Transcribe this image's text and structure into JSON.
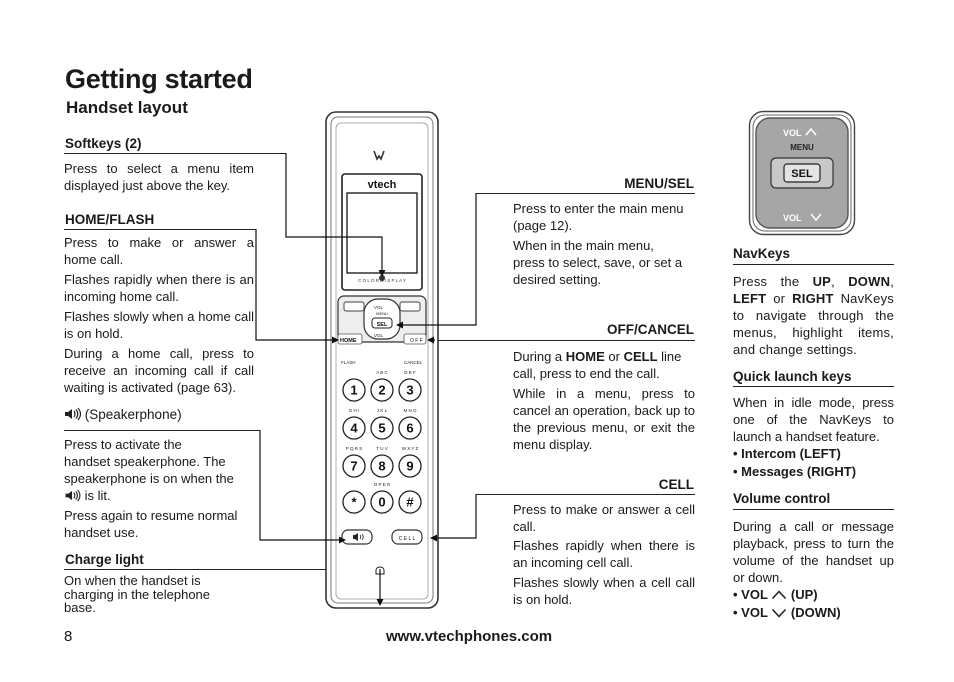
{
  "title": "Getting started",
  "subtitle": "Handset layout",
  "left": {
    "softkeys": {
      "heading": "Softkeys (2)",
      "p1": "Press to select a menu item displayed just above the key."
    },
    "home_flash": {
      "heading": "HOME/FLASH",
      "p1": "Press to make or answer a home call.",
      "p2": "Flashes rapidly when there is an incoming home call.",
      "p3": "Flashes slowly when a home call is on hold.",
      "p4": "During a home call, press to receive an incoming call if call waiting is activated (page 63)."
    },
    "speaker": {
      "heading": "(Speakerphone)",
      "p1a": "Press to activate the",
      "p1b": "handset speakerphone. The",
      "p1c": "speakerphone is on when the",
      "p1d": "is lit.",
      "p2": "Press again to resume normal handset use."
    },
    "charge": {
      "heading": "Charge light",
      "p1a": "On when the handset is",
      "p1b": "charging in the telephone",
      "p1c": "base."
    }
  },
  "middle": {
    "menu_sel": {
      "heading": "MENU/SEL",
      "p1a": "Press to enter the main menu",
      "p1b": "(page 12).",
      "p2a": "When in the main menu,",
      "p2b": "press to select, save, or set a",
      "p2c": "desired setting."
    },
    "off_cancel": {
      "heading": "OFF/CANCEL",
      "p1_pre": "During a",
      "p1_home": "HOME",
      "p1_or": "or",
      "p1_cell": "CELL",
      "p1_post": "line",
      "p1b": "call, press to end the call.",
      "p2": "While in a menu, press to cancel an operation, back up to the previous menu, or exit the menu display."
    },
    "cell": {
      "heading": "CELL",
      "p1": "Press to make or answer a cell call.",
      "p2": "Flashes rapidly when there is an incoming cell call.",
      "p3": "Flashes slowly when a cell call is on hold."
    }
  },
  "right": {
    "navkeys": {
      "heading": "NavKeys",
      "p_pre": "Press the",
      "up": "UP",
      "comma": ",",
      "down": "DOWN",
      "left": "LEFT",
      "or": "or",
      "right": "RIGHT",
      "p_post": "NavKeys to navigate through the menus, highlight items, and change settings."
    },
    "quick": {
      "heading": "Quick launch keys",
      "p1": "When in idle mode, press one of the NavKeys to launch a handset feature.",
      "b1": "• Intercom (LEFT)",
      "b2": "• Messages (RIGHT)"
    },
    "volume": {
      "heading": "Volume control",
      "p1": "During a call or message playback, press to turn the volume of the handset up or down.",
      "b1_pre": "• VOL",
      "b1_post": "(UP)",
      "b2_pre": "• VOL",
      "b2_post": "(DOWN)"
    }
  },
  "navkey_closeup": {
    "vol_up": "VOL",
    "menu": "MENU",
    "sel": "SEL",
    "vol_down": "VOL"
  },
  "phone": {
    "brand": "vtech",
    "screen_label": "C O L O R   D I S P L A Y",
    "home": "HOME",
    "off": "O F F",
    "flash": "FLASH",
    "cancel": "CANCEL",
    "nav_vol_up": "VOL",
    "nav_menu": "MENU",
    "nav_sel": "SEL",
    "nav_vol_down": "VOL",
    "keys": [
      {
        "digit": "1",
        "letters": ""
      },
      {
        "digit": "2",
        "letters": "A B C"
      },
      {
        "digit": "3",
        "letters": "D E F"
      },
      {
        "digit": "4",
        "letters": "G H I"
      },
      {
        "digit": "5",
        "letters": "J K L"
      },
      {
        "digit": "6",
        "letters": "M N O"
      },
      {
        "digit": "7",
        "letters": "P Q R S"
      },
      {
        "digit": "8",
        "letters": "T U V"
      },
      {
        "digit": "9",
        "letters": "W X Y Z"
      },
      {
        "digit": "*",
        "letters": ""
      },
      {
        "digit": "0",
        "letters": "O P E R"
      },
      {
        "digit": "#",
        "letters": ""
      }
    ],
    "cell_key": "C E L L"
  },
  "footer": {
    "page": "8",
    "url": "www.vtechphones.com"
  }
}
